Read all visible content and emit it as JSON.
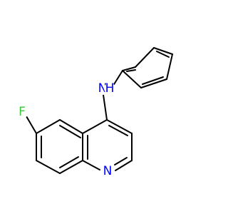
{
  "molecule": {
    "atoms": {
      "fluorine": "F",
      "amine_n": "N",
      "amine_h": "H",
      "ring_n": "N"
    },
    "colors": {
      "bond": "#000000",
      "fluorine": "#33cc33",
      "nitrogen": "#0000ff"
    }
  }
}
